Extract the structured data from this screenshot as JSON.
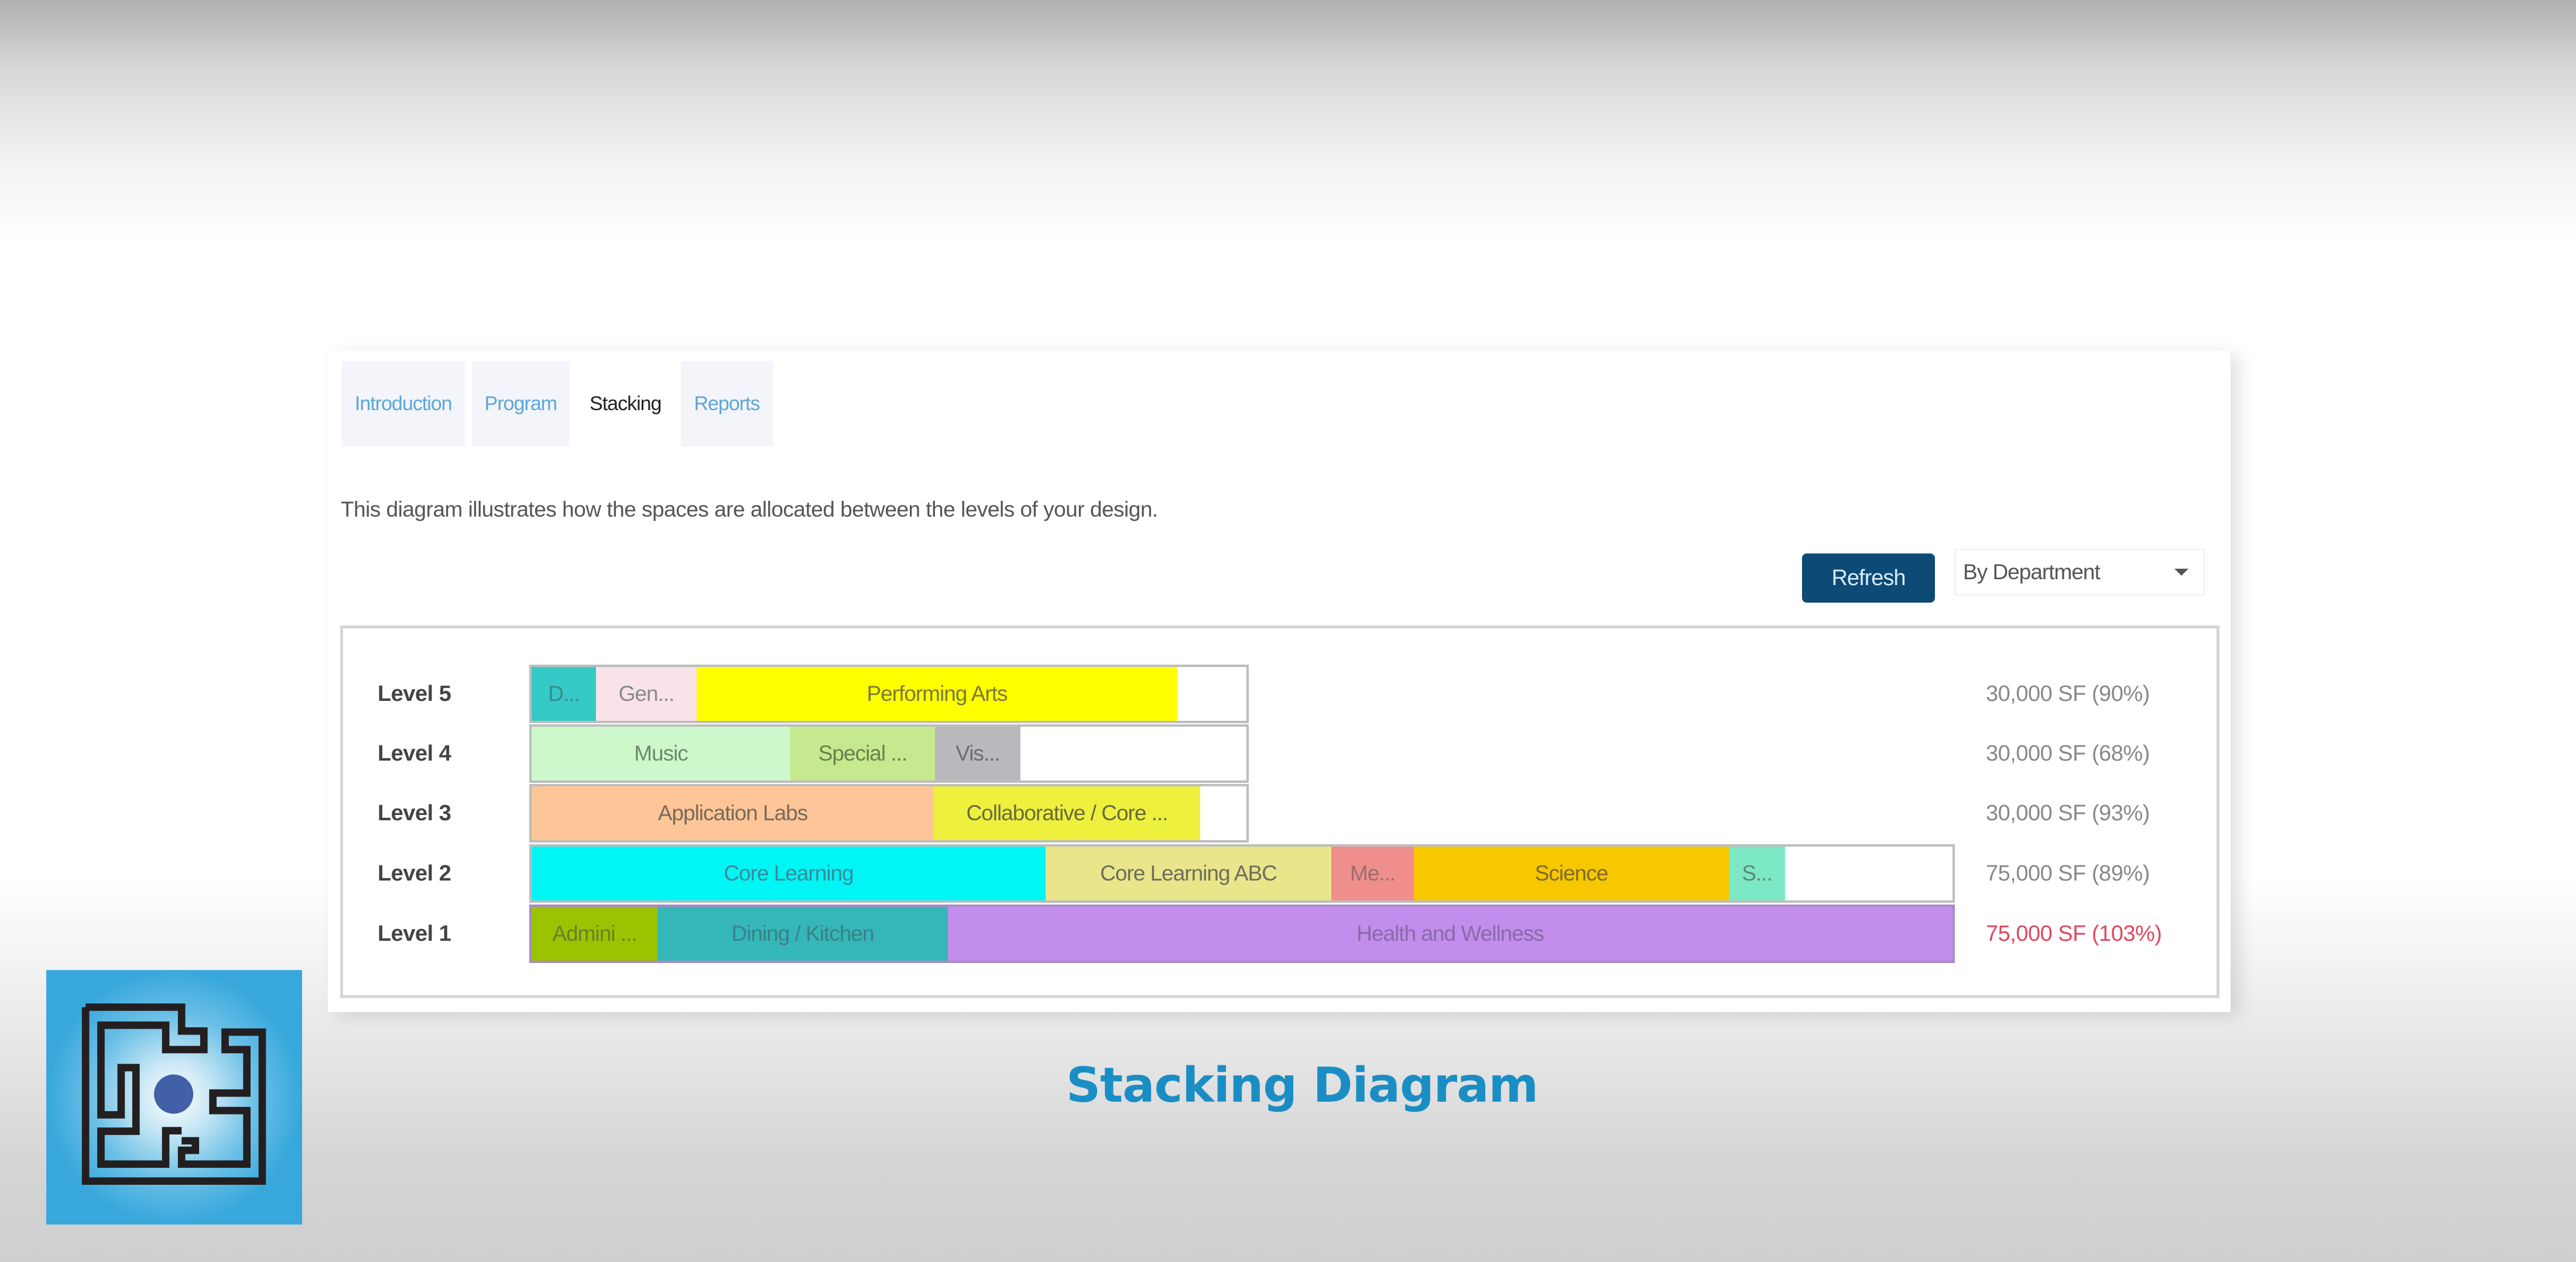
{
  "tabs": [
    {
      "label": "Introduction",
      "active": false
    },
    {
      "label": "Program",
      "active": false
    },
    {
      "label": "Stacking",
      "active": true
    },
    {
      "label": "Reports",
      "active": false
    }
  ],
  "description": "This diagram illustrates how the spaces are allocated between the levels of your design.",
  "toolbar": {
    "refresh_label": "Refresh",
    "group_by_selected": "By Department"
  },
  "levels": [
    {
      "label": "Level 5",
      "value": "30,000 SF (90%)",
      "over_capacity": false,
      "segments": [
        {
          "label": "D...",
          "color": "#35c9c6",
          "text_color": "#3a8b8a"
        },
        {
          "label": "Gen...",
          "color": "#f9e3e8",
          "text_color": "#8a8a8a"
        },
        {
          "label": "Performing Arts",
          "color": "#ffff00",
          "text_color": "#7a7a3a"
        }
      ]
    },
    {
      "label": "Level 4",
      "value": "30,000 SF (68%)",
      "over_capacity": false,
      "segments": [
        {
          "label": "Music",
          "color": "#cdf8cc",
          "text_color": "#6b8a6b"
        },
        {
          "label": "Special ...",
          "color": "#c6e98f",
          "text_color": "#6b7f4a"
        },
        {
          "label": "Vis...",
          "color": "#b9b9bd",
          "text_color": "#6e6e6e"
        }
      ]
    },
    {
      "label": "Level 3",
      "value": "30,000 SF (93%)",
      "over_capacity": false,
      "segments": [
        {
          "label": "Application Labs",
          "color": "#fec698",
          "text_color": "#7a6a5a"
        },
        {
          "label": "Collaborative / Core ...",
          "color": "#eef03e",
          "text_color": "#6b6b3a"
        }
      ]
    },
    {
      "label": "Level 2",
      "value": "75,000 SF (89%)",
      "over_capacity": false,
      "segments": [
        {
          "label": "Core Learning",
          "color": "#00f5f5",
          "text_color": "#3a8a9a"
        },
        {
          "label": "Core Learning ABC",
          "color": "#e8e58b",
          "text_color": "#6e6e5a"
        },
        {
          "label": "Me...",
          "color": "#f08e8e",
          "text_color": "#9a6e6e"
        },
        {
          "label": "Science",
          "color": "#f7c700",
          "text_color": "#7f6a2a"
        },
        {
          "label": "S...",
          "color": "#7ce8c6",
          "text_color": "#5a8a7a"
        }
      ]
    },
    {
      "label": "Level 1",
      "value": "75,000 SF (103%)",
      "over_capacity": true,
      "segments": [
        {
          "label": "Admini ...",
          "color": "#9bc400",
          "text_color": "#6b7f2a"
        },
        {
          "label": "Dining / Kitchen",
          "color": "#35b7b9",
          "text_color": "#3a7f8a"
        },
        {
          "label": "Health and Wellness",
          "color": "#c28ded",
          "text_color": "#8a6aa8"
        }
      ]
    }
  ],
  "colors": {
    "normal_value": "#888888",
    "over_value": "#e0475f",
    "refresh_bg": "#0d4a75",
    "caption": "#1a8ec4"
  },
  "caption": "Stacking Diagram",
  "chart_data": {
    "type": "bar",
    "title": "Stacking Diagram",
    "orientation": "horizontal-stacked",
    "categories": [
      "Level 5",
      "Level 4",
      "Level 3",
      "Level 2",
      "Level 1"
    ],
    "capacity_sf": [
      30000,
      30000,
      30000,
      75000,
      75000
    ],
    "utilization_pct": [
      90,
      68,
      93,
      89,
      103
    ],
    "series_by_level": {
      "Level 5": [
        {
          "name": "D...",
          "share_of_capacity_pct": 9
        },
        {
          "name": "Gen...",
          "share_of_capacity_pct": 14
        },
        {
          "name": "Performing Arts",
          "share_of_capacity_pct": 67
        }
      ],
      "Level 4": [
        {
          "name": "Music",
          "share_of_capacity_pct": 36
        },
        {
          "name": "Special ...",
          "share_of_capacity_pct": 20
        },
        {
          "name": "Vis...",
          "share_of_capacity_pct": 12
        }
      ],
      "Level 3": [
        {
          "name": "Application Labs",
          "share_of_capacity_pct": 56
        },
        {
          "name": "Collaborative / Core ...",
          "share_of_capacity_pct": 37
        }
      ],
      "Level 2": [
        {
          "name": "Core Learning",
          "share_of_capacity_pct": 36
        },
        {
          "name": "Core Learning ABC",
          "share_of_capacity_pct": 20
        },
        {
          "name": "Me...",
          "share_of_capacity_pct": 6
        },
        {
          "name": "Science",
          "share_of_capacity_pct": 22
        },
        {
          "name": "S...",
          "share_of_capacity_pct": 4
        }
      ],
      "Level 1": [
        {
          "name": "Admini ...",
          "share_of_capacity_pct": 9
        },
        {
          "name": "Dining / Kitchen",
          "share_of_capacity_pct": 20
        },
        {
          "name": "Health and Wellness",
          "share_of_capacity_pct": 71
        }
      ]
    },
    "value_labels": [
      "30,000 SF (90%)",
      "30,000 SF (68%)",
      "30,000 SF (93%)",
      "75,000 SF (89%)",
      "75,000 SF (103%)"
    ],
    "legend": "none",
    "grid": false
  }
}
